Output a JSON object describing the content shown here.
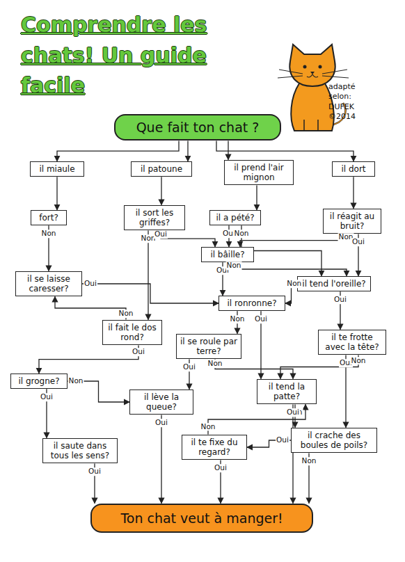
{
  "diagram": {
    "title": "Comprendre les chats! Un guide facile",
    "nodes": [
      {
        "text": [
          "Que fait ton chat ?"
        ]
      },
      {
        "text": [
          "il miaule"
        ]
      },
      {
        "text": [
          "il patoune"
        ]
      },
      {
        "text": [
          "il prend l'air mignon"
        ]
      },
      {
        "text": [
          "il dort"
        ]
      },
      {
        "text": [
          "fort?"
        ]
      },
      {
        "text": [
          "il sort les griffes?"
        ]
      },
      {
        "text": [
          "il a pété?"
        ]
      },
      {
        "text": [
          "il réagit au bruit?"
        ]
      },
      {
        "text": [
          "il se laisse caresser?"
        ]
      },
      {
        "text": [
          "il bâille?"
        ]
      },
      {
        "text": [
          "il tend l'oreille?"
        ]
      },
      {
        "text": [
          "il ronronne?"
        ]
      },
      {
        "text": [
          "il fait le dos rond?"
        ]
      },
      {
        "text": [
          "il te frotte avec la tête?"
        ]
      },
      {
        "text": [
          "il se roule par terre?"
        ]
      },
      {
        "text": [
          "il grogne?"
        ]
      },
      {
        "text": [
          "il tend la patte?"
        ]
      },
      {
        "text": [
          "il lève la queue?"
        ]
      },
      {
        "text": [
          "il te fixe du regard?"
        ]
      },
      {
        "text": [
          "il crache des boules de poils?"
        ]
      },
      {
        "text": [
          "il saute dans tous les sens?"
        ]
      },
      {
        "text": [
          "Ton chat veut à manger!"
        ]
      }
    ],
    "edges": [
      {
        "from": 0,
        "to": 1,
        "arrow": "to"
      },
      {
        "from": 0,
        "to": 2,
        "arrow": "to"
      },
      {
        "from": 0,
        "to": 3,
        "arrow": "to"
      },
      {
        "from": 0,
        "to": 4,
        "arrow": "to"
      },
      {
        "from": 1,
        "to": 5,
        "arrow": "to"
      },
      {
        "from": 2,
        "to": 6,
        "arrow": "to"
      },
      {
        "from": 3,
        "to": 7,
        "arrow": "to"
      },
      {
        "from": 4,
        "to": 8,
        "arrow": "to"
      },
      {
        "from": 5,
        "to": 9,
        "label": "Non",
        "arrow": "to"
      },
      {
        "from": 6,
        "to": 13,
        "label": "Non",
        "arrow": "to"
      },
      {
        "from": 6,
        "to": 10,
        "label": "Oui",
        "arrow": "to"
      },
      {
        "from": 7,
        "to": 10,
        "label": "Oui",
        "arrow": "to"
      },
      {
        "from": 7,
        "to": 11,
        "label": "Non",
        "arrow": "to"
      },
      {
        "from": 8,
        "to": 10,
        "label": "Non",
        "arrow": "to"
      },
      {
        "from": 8,
        "to": 11,
        "label": "Oui",
        "arrow": "to"
      },
      {
        "from": 9,
        "to": 12,
        "label": "Oui",
        "arrow": "to"
      },
      {
        "from": 10,
        "to": 12,
        "label": "Oui",
        "arrow": "to"
      },
      {
        "from": 10,
        "to": 11,
        "label": "Non",
        "arrow": "to"
      },
      {
        "from": 11,
        "to": 12,
        "label": "Non",
        "arrow": "to"
      },
      {
        "from": 11,
        "to": 14,
        "label": "Oui",
        "arrow": "to"
      },
      {
        "from": 12,
        "to": 15,
        "label": "Non",
        "arrow": "to"
      },
      {
        "from": 12,
        "to": 17,
        "label": "Oui",
        "arrow": "to"
      },
      {
        "from": 13,
        "to": 9,
        "label": "Non",
        "arrow": "to"
      },
      {
        "from": 13,
        "to": 16,
        "label": "Oui",
        "arrow": "to"
      },
      {
        "from": 14,
        "to": 20,
        "label": "Oui",
        "arrow": "to"
      },
      {
        "from": 14,
        "to": 17,
        "label": "Non",
        "arrow": "to"
      },
      {
        "from": 15,
        "to": 18,
        "label": "Oui",
        "arrow": "to"
      },
      {
        "from": 15,
        "to": 17,
        "label": "Non",
        "arrow": "to"
      },
      {
        "from": 16,
        "to": 21,
        "label": "Oui",
        "arrow": "to"
      },
      {
        "from": 16,
        "to": 18,
        "label": "Non",
        "arrow": "to"
      },
      {
        "from": 17,
        "to": 20,
        "label": "Non",
        "arrow": "to"
      },
      {
        "from": 17,
        "to": 22,
        "label": "Oui",
        "arrow": "to"
      },
      {
        "from": 18,
        "to": 22,
        "label": "Oui",
        "arrow": "to"
      },
      {
        "from": 19,
        "to": 17,
        "label": "Non",
        "arrow": "to"
      },
      {
        "from": 19,
        "to": 22,
        "label": "Oui",
        "arrow": "to"
      },
      {
        "from": 20,
        "to": 19,
        "label": "Oui",
        "arrow": "to"
      },
      {
        "from": 20,
        "to": 22,
        "label": "Non",
        "arrow": "to"
      },
      {
        "from": 21,
        "to": 22,
        "label": "Oui",
        "arrow": "to"
      }
    ],
    "labels": [
      "adapté selon: DUFEK ©2014"
    ]
  }
}
